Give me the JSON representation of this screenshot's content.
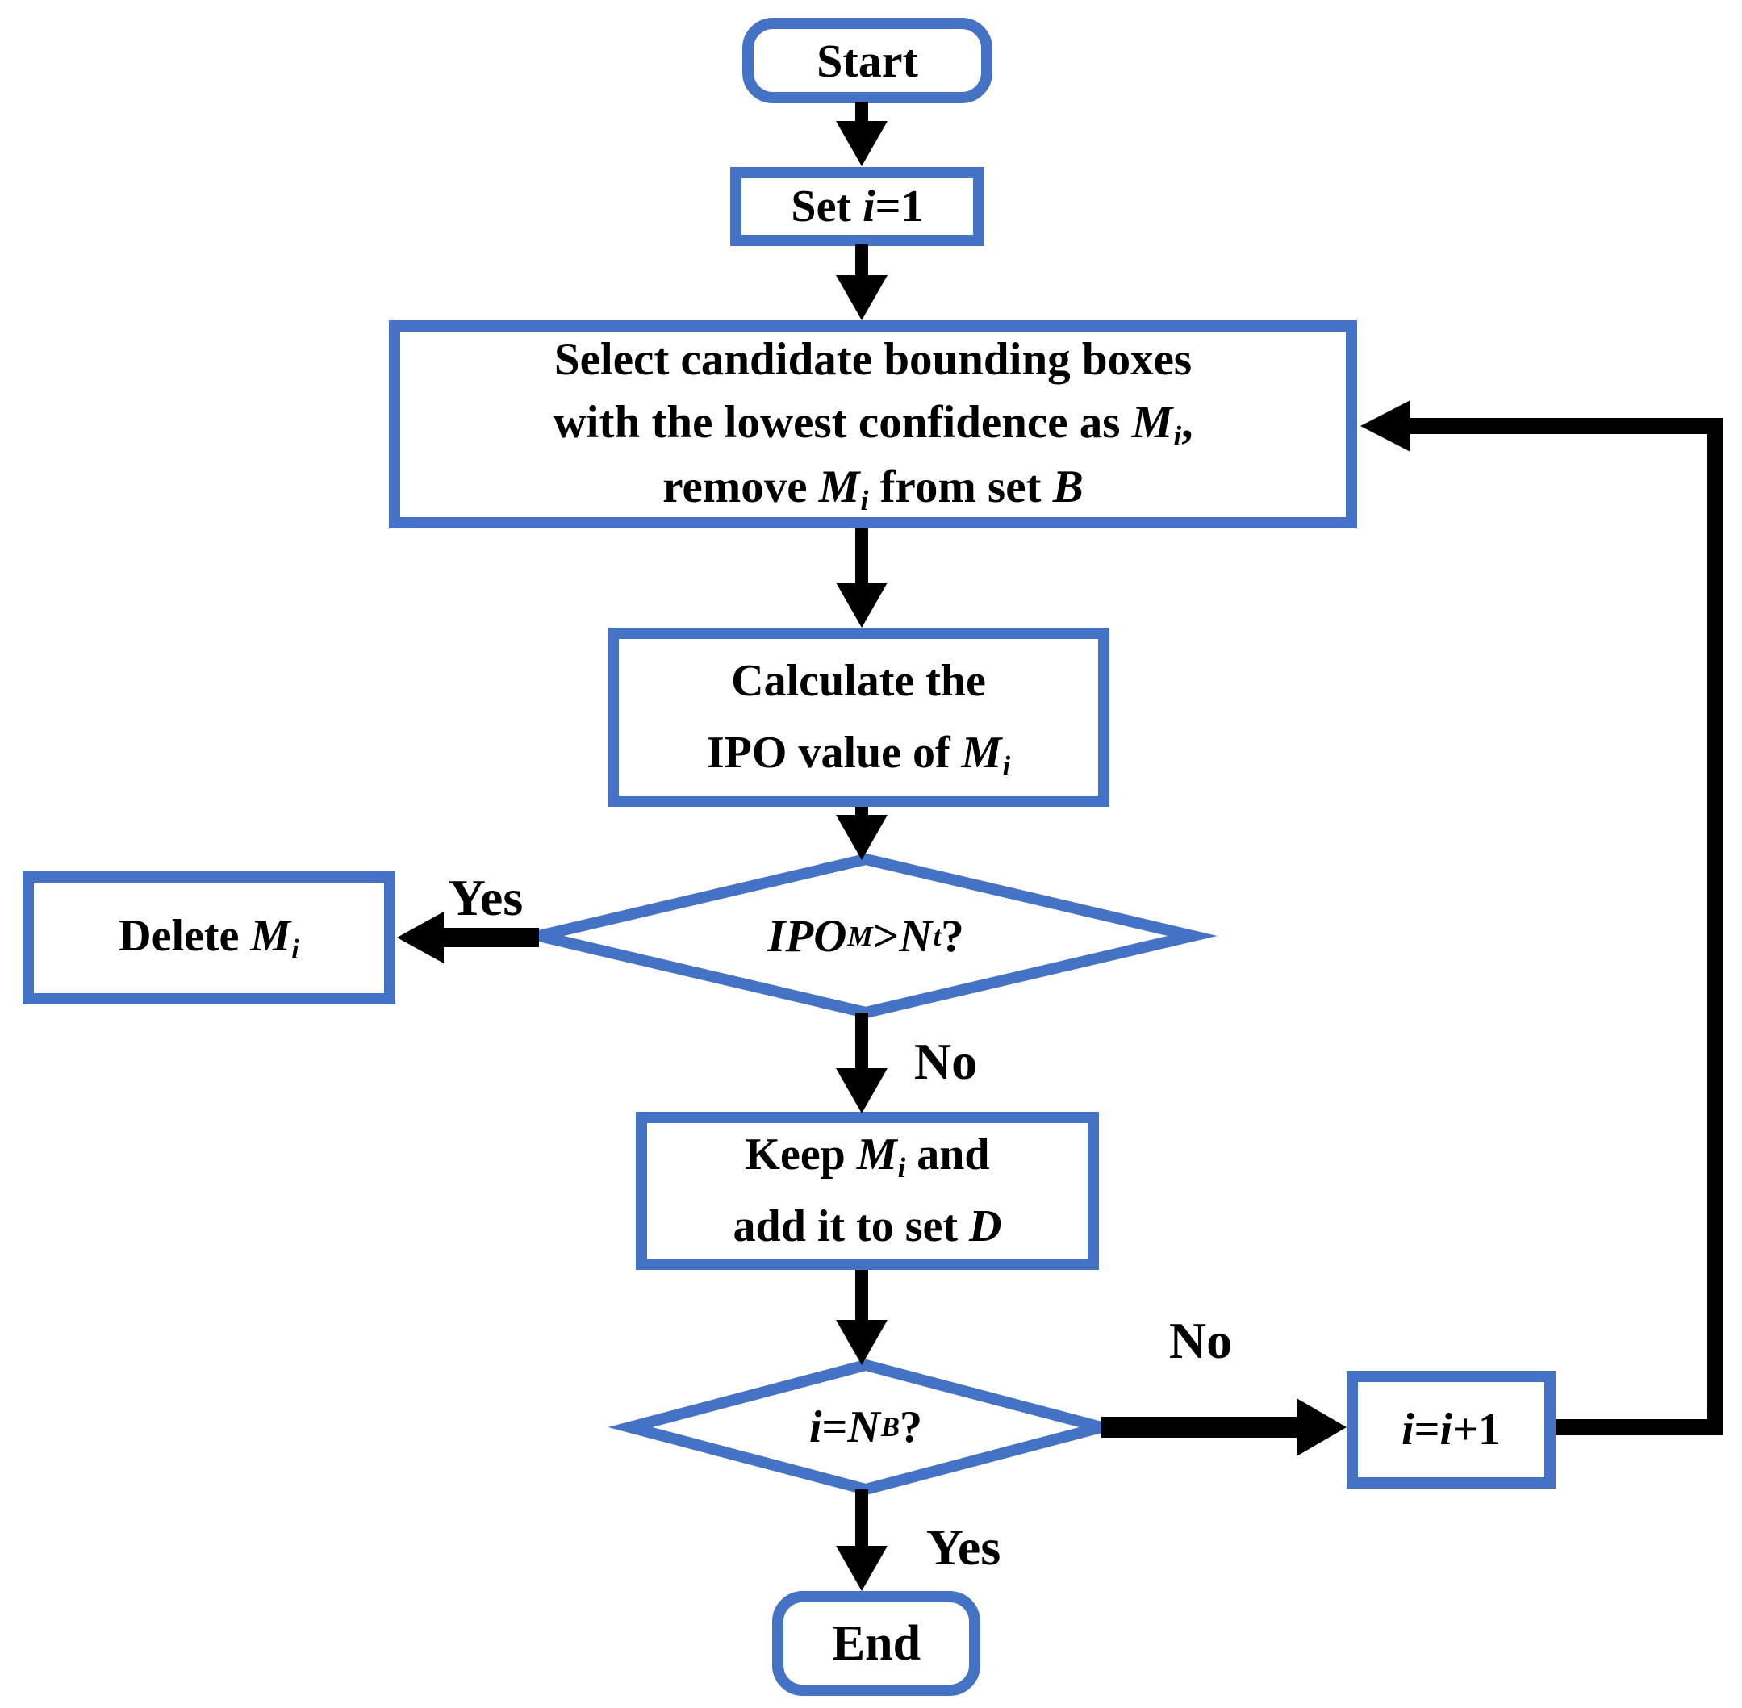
{
  "palette": {
    "node_border": "#4472C4",
    "connector": "#000000",
    "background": "#FFFFFF",
    "text": "#000000"
  },
  "nodes": {
    "start": {
      "type": "terminator",
      "lines": [
        [
          {
            "t": "Start"
          }
        ]
      ]
    },
    "set_index": {
      "type": "process",
      "lines": [
        [
          {
            "t": "Set "
          },
          {
            "t": "i",
            "s": "i"
          },
          {
            "t": "=1"
          }
        ]
      ]
    },
    "select_candidates": {
      "type": "process",
      "lines": [
        [
          {
            "t": "Select candidate bounding boxes"
          }
        ],
        [
          {
            "t": "with the lowest confidence as "
          },
          {
            "t": "M",
            "s": "i"
          },
          {
            "t": "i",
            "s": "isub"
          },
          {
            "t": ","
          }
        ],
        [
          {
            "t": "remove "
          },
          {
            "t": "M",
            "s": "i"
          },
          {
            "t": "i",
            "s": "isub"
          },
          {
            "t": " from set "
          },
          {
            "t": "B",
            "s": "i"
          }
        ]
      ]
    },
    "calculate_ipo": {
      "type": "process",
      "lines": [
        [
          {
            "t": "Calculate the"
          }
        ],
        [
          {
            "t": "IPO value of "
          },
          {
            "t": "M",
            "s": "i"
          },
          {
            "t": "i",
            "s": "isub"
          }
        ]
      ]
    },
    "ipo_threshold_decision": {
      "type": "decision",
      "lines": [
        [
          {
            "t": "IPO",
            "s": "i"
          },
          {
            "t": "M",
            "s": "isub"
          },
          {
            "t": ">"
          },
          {
            "t": "N",
            "s": "i"
          },
          {
            "t": "t",
            "s": "isub"
          },
          {
            "t": " ?"
          }
        ]
      ]
    },
    "delete_mi": {
      "type": "process",
      "lines": [
        [
          {
            "t": "Delete "
          },
          {
            "t": "M",
            "s": "i"
          },
          {
            "t": "i",
            "s": "isub"
          }
        ]
      ]
    },
    "keep_mi": {
      "type": "process",
      "lines": [
        [
          {
            "t": "Keep "
          },
          {
            "t": "M",
            "s": "i"
          },
          {
            "t": "i",
            "s": "isub"
          },
          {
            "t": " and"
          }
        ],
        [
          {
            "t": "add it to set "
          },
          {
            "t": "D",
            "s": "i"
          }
        ]
      ]
    },
    "last_index_decision": {
      "type": "decision",
      "lines": [
        [
          {
            "t": "i",
            "s": "i"
          },
          {
            "t": "="
          },
          {
            "t": "N",
            "s": "i"
          },
          {
            "t": "B",
            "s": "isub"
          },
          {
            "t": " ?"
          }
        ]
      ]
    },
    "increment_index": {
      "type": "process",
      "lines": [
        [
          {
            "t": "i",
            "s": "i"
          },
          {
            "t": "="
          },
          {
            "t": "i",
            "s": "i"
          },
          {
            "t": "+1"
          }
        ]
      ]
    },
    "end": {
      "type": "terminator",
      "lines": [
        [
          {
            "t": "End"
          }
        ]
      ]
    }
  },
  "edge_labels": {
    "ipo_yes": "Yes",
    "ipo_no": "No",
    "last_no": "No",
    "last_yes": "Yes"
  }
}
